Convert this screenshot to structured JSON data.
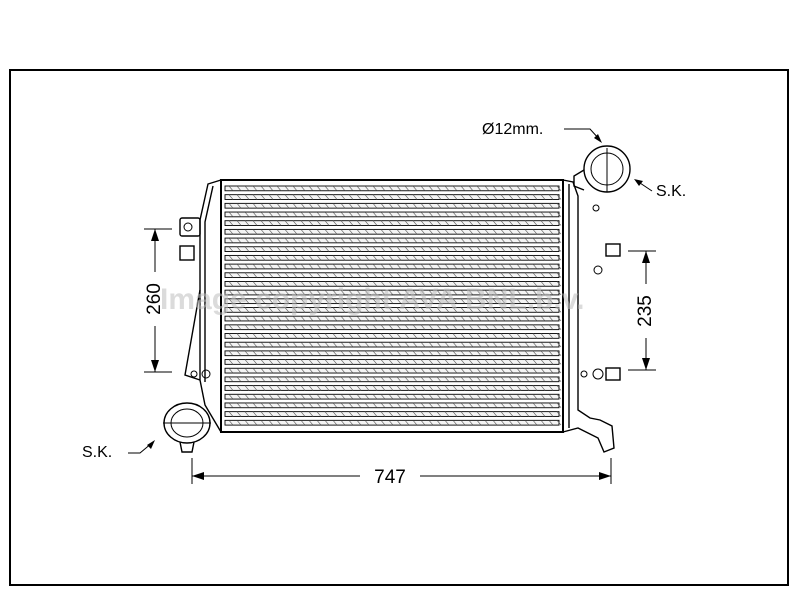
{
  "drawing": {
    "dimensions": {
      "width": "747",
      "left_height": "260",
      "right_height": "235",
      "pipe_diameter": "Ø12mm."
    },
    "labels": {
      "left_port": "S.K.",
      "right_port": "S.K."
    },
    "watermark": "Image copyright AVA BNL.b.v."
  }
}
